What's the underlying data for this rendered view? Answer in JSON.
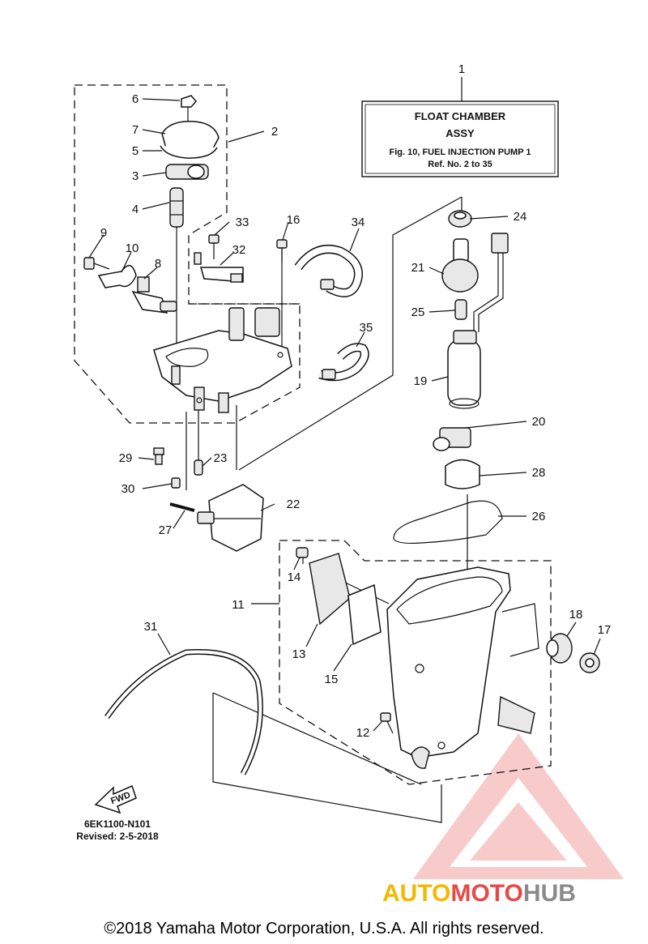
{
  "info_box": {
    "line1": "FLOAT CHAMBER",
    "line2": "ASSY",
    "line3": "Fig. 10, FUEL INJECTION PUMP 1",
    "line4": "Ref. No. 2 to 35"
  },
  "callouts": {
    "n1": "1",
    "n2": "2",
    "n3": "3",
    "n4": "4",
    "n5": "5",
    "n6": "6",
    "n7": "7",
    "n8": "8",
    "n9": "9",
    "n10": "10",
    "n11": "11",
    "n12": "12",
    "n13": "13",
    "n14": "14",
    "n15": "15",
    "n16": "16",
    "n17": "17",
    "n18": "18",
    "n19": "19",
    "n20": "20",
    "n21": "21",
    "n22": "22",
    "n23": "23",
    "n24": "24",
    "n25": "25",
    "n26": "26",
    "n27": "27",
    "n28": "28",
    "n29": "29",
    "n30": "30",
    "n31": "31",
    "n32": "32",
    "n33": "33",
    "n34": "34",
    "n35": "35"
  },
  "fwd_label": "FWD",
  "diagram_code": "6EK1100-N101",
  "revised": "Revised: 2-5-2018",
  "watermark": {
    "part1": "AUTO",
    "part2": "MOTO",
    "part3": "HUB",
    "color1": "#f3b800",
    "color2": "#e94848",
    "color3": "#8a8a8a"
  },
  "copyright": "©2018 Yamaha Motor Corporation, U.S.A. All rights reserved."
}
